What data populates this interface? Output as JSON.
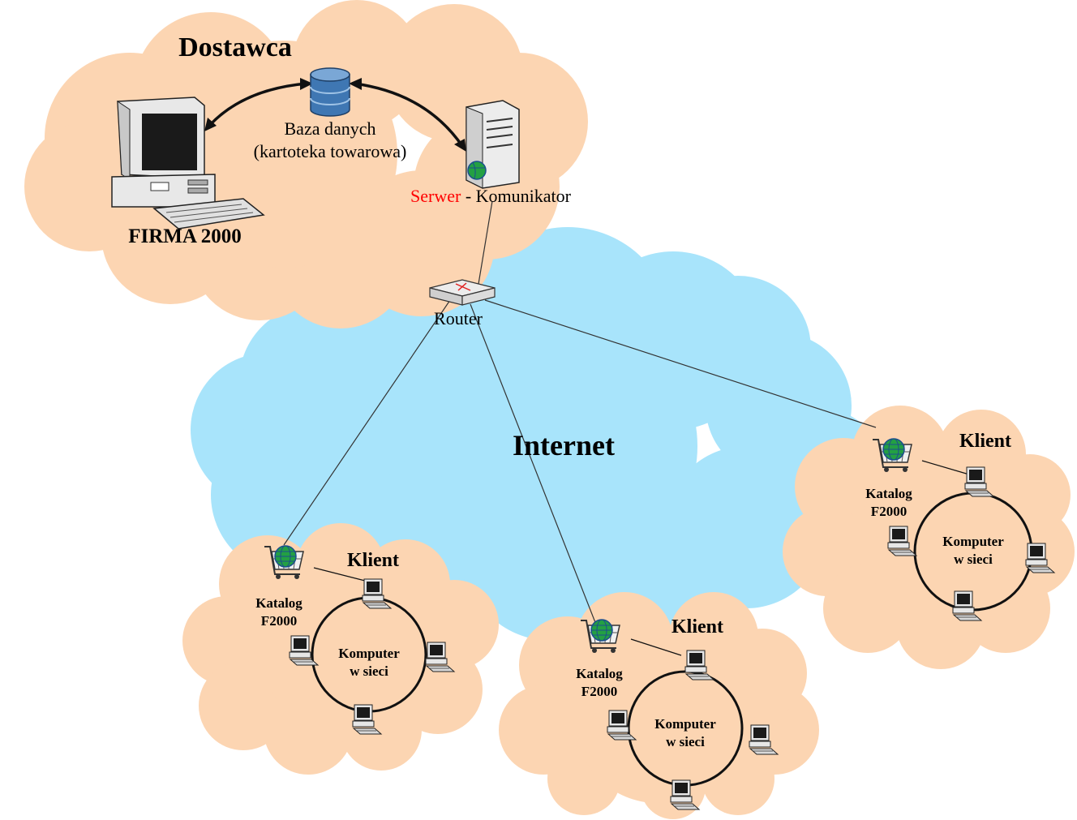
{
  "colors": {
    "supplier_cloud": "#fcd5b2",
    "internet_cloud": "#a8e4fb",
    "client_cloud": "#fcd5b2",
    "server_highlight": "#ff0000"
  },
  "supplier": {
    "title": "Dostawca",
    "database_label_line1": "Baza danych",
    "database_label_line2": "(kartoteka towarowa)",
    "workstation_label": "FIRMA 2000",
    "server_label_part1": "Serwer",
    "server_label_part2": " - Komunikator",
    "router_label": "Router",
    "icons": [
      "desktop-computer-icon",
      "database-icon",
      "server-tower-icon",
      "router-icon"
    ]
  },
  "internet": {
    "label": "Internet"
  },
  "clients": [
    {
      "title": "Klient",
      "catalog_line1": "Katalog",
      "catalog_line2": "F2000",
      "ring_line1": "Komputer",
      "ring_line2": "w sieci"
    },
    {
      "title": "Klient",
      "catalog_line1": "Katalog",
      "catalog_line2": "F2000",
      "ring_line1": "Komputer",
      "ring_line2": "w sieci"
    },
    {
      "title": "Klient",
      "catalog_line1": "Katalog",
      "catalog_line2": "F2000",
      "ring_line1": "Komputer",
      "ring_line2": "w sieci"
    }
  ]
}
